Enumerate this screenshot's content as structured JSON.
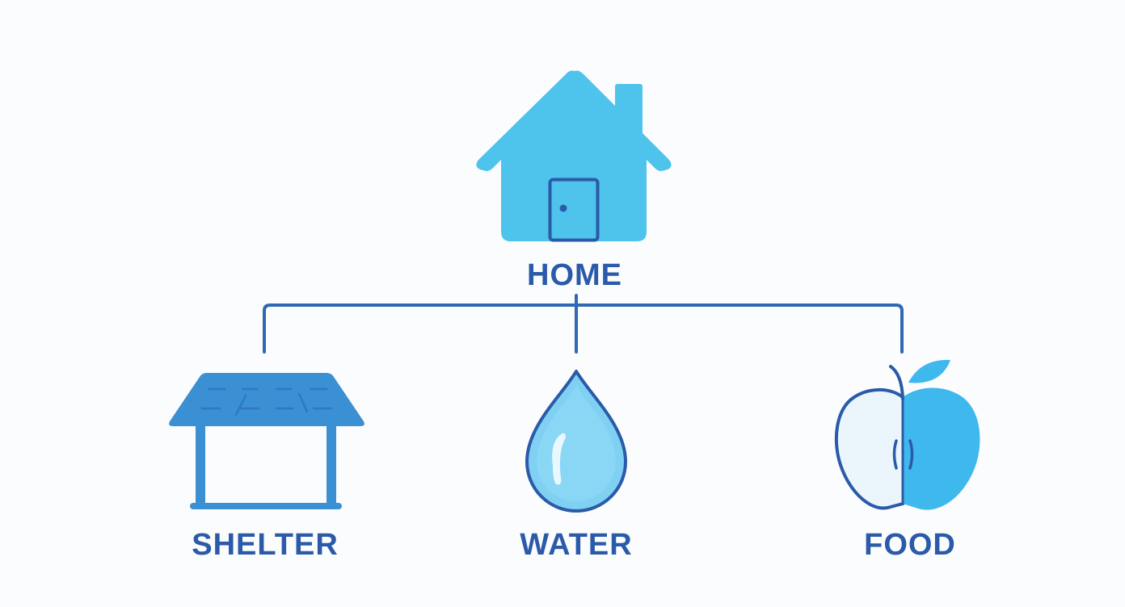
{
  "diagram": {
    "root": {
      "label": "HOME",
      "icon": "house-icon"
    },
    "children": [
      {
        "label": "SHELTER",
        "icon": "shelter-roof-icon"
      },
      {
        "label": "WATER",
        "icon": "water-drop-icon"
      },
      {
        "label": "FOOD",
        "icon": "apple-icon"
      }
    ]
  },
  "colors": {
    "background": "#fbfcfe",
    "house_fill": "#4ec3ec",
    "outline_dark": "#2a5aa8",
    "connector": "#2f68b3",
    "shelter_fill": "#3b8fd3",
    "drop_fill": "#7fd0f3",
    "apple_fill": "#3fb8ee",
    "label_text": "#2a5aa8"
  }
}
